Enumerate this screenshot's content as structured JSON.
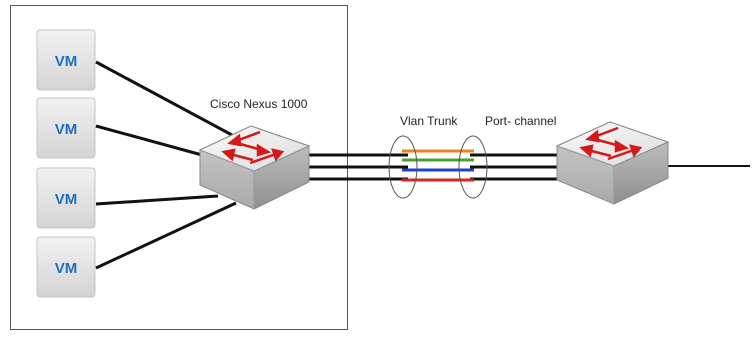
{
  "host_label": "Cisco Nexus 1000",
  "trunk_label": "Vlan Trunk",
  "portchannel_label": "Port- channel",
  "vms": [
    {
      "label": "VM"
    },
    {
      "label": "VM"
    },
    {
      "label": "VM"
    },
    {
      "label": "VM"
    }
  ],
  "vlan_colors": [
    "#f07f22",
    "#4aa02c",
    "#1f3fcf",
    "#d8241f"
  ],
  "colors": {
    "vm_text": "#1f6fc0",
    "vm_box": "#e3e3e3",
    "switch_top": "#f4f4f4",
    "switch_arrow": "#d31a1a"
  }
}
